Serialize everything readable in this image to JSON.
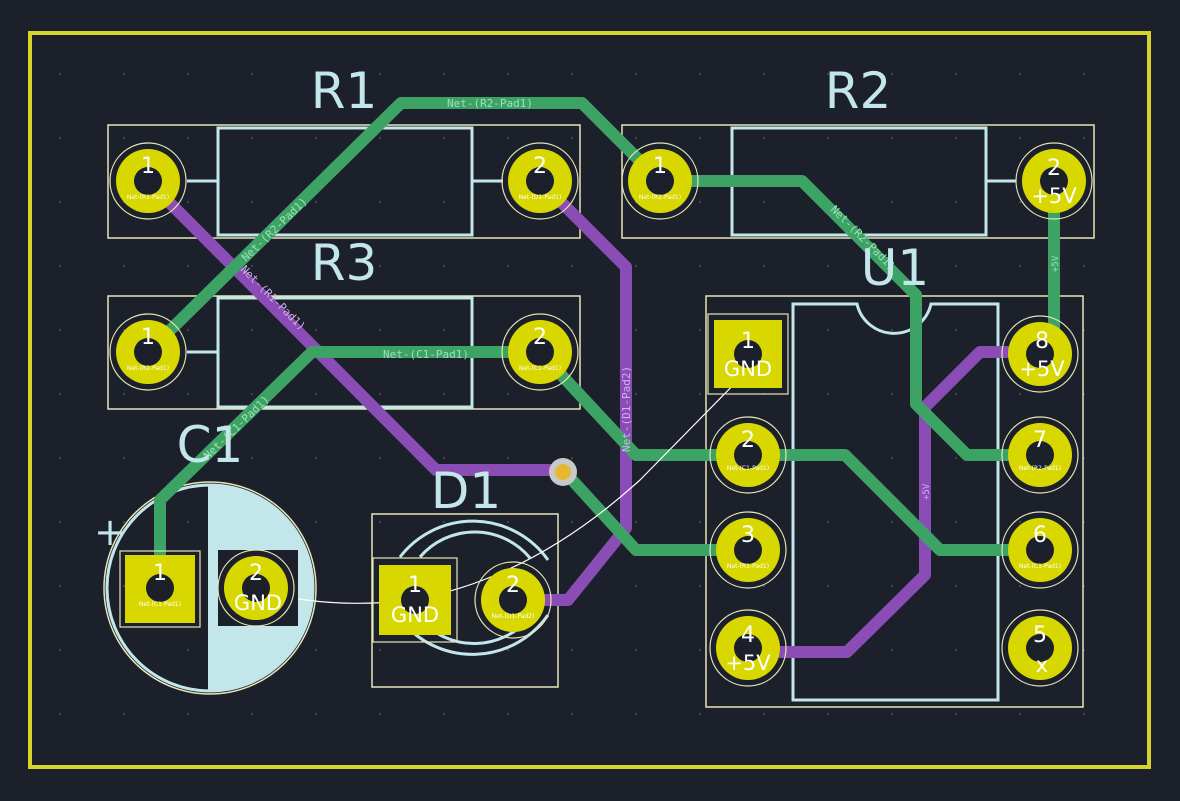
{
  "colors": {
    "background": "#1c202b",
    "board_outline": "#d6d62a",
    "silkscreen": "#c2e6e9",
    "courtyard": "#e6e6b8",
    "pad_fill": "#d8d800",
    "front_copper": "#3da365",
    "back_copper": "#8a4cb5",
    "ratsnest": "#ffffff",
    "via_ring": "#c8c8c8",
    "via_hole": "#e6b832"
  },
  "components": {
    "r1": {
      "ref": "R1",
      "pin1": "1",
      "pin1_net": "Net-(R1-Pad1)",
      "pin2": "2",
      "pin2_net": "Net-(D1-Pad1)"
    },
    "r2": {
      "ref": "R2",
      "pin1": "1",
      "pin1_net": "Net-(R2-Pad1)",
      "pin2": "2",
      "pin2_net": "+5V"
    },
    "r3": {
      "ref": "R3",
      "pin1": "1",
      "pin1_net": "Net-(R2-Pad1)",
      "pin2": "2",
      "pin2_net": "Net-(C1-Pad1)"
    },
    "c1": {
      "ref": "C1",
      "plus": "+",
      "pin1": "1",
      "pin1_net": "Net-(C1-Pad1)",
      "pin2": "2",
      "pin2_net": "GND"
    },
    "d1": {
      "ref": "D1",
      "pin1": "1",
      "pin1_net": "GND",
      "pin2": "2",
      "pin2_net": "Net-(D1-Pad2)"
    },
    "u1": {
      "ref": "U1",
      "pins": [
        {
          "num": "1",
          "net": "GND"
        },
        {
          "num": "2",
          "net": "Net-(C1-Pad1)"
        },
        {
          "num": "3",
          "net": "Net-(R1-Pad1)"
        },
        {
          "num": "4",
          "net": "+5V"
        },
        {
          "num": "5",
          "net": "x"
        },
        {
          "num": "6",
          "net": "Net-(C1-Pad1)"
        },
        {
          "num": "7",
          "net": "Net-(R2-Pad1)"
        },
        {
          "num": "8",
          "net": "+5V"
        }
      ]
    }
  },
  "trace_labels": {
    "r2_pad1_top": "Net-(R2-Pad1)",
    "r2_pad1_diag": "Net-(R2-Pad1)",
    "r2_pad1_u1": "Net-(R2-Pad1)",
    "r1_pad1_diag": "Net-(R1-Pad1)",
    "c1_pad1_horiz": "Net-(C1-Pad1)",
    "c1_pad1_diag": "Net-(C1-Pad1)",
    "d1_pad2_vert": "Net-(D1-Pad2)",
    "plus5v_r2": "+5V",
    "plus5v_u1": "+5V"
  }
}
